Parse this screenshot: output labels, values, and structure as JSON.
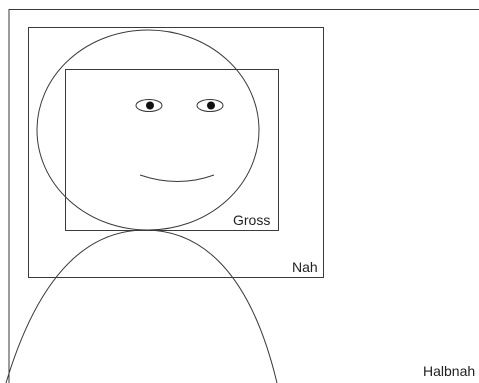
{
  "labels": {
    "gross": "Gross",
    "nah": "Nah",
    "halbnah": "Halbnah"
  },
  "colors": {
    "background": "#ffffff",
    "line": "#3a3a3a",
    "text": "#222222",
    "pupil": "#111111"
  }
}
